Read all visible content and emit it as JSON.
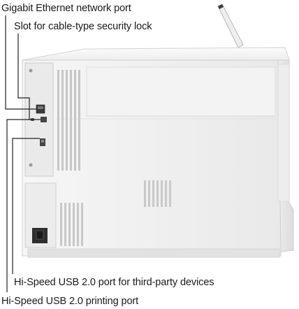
{
  "callouts": {
    "ethernet": "Gigabit Ethernet network port",
    "security_lock": "Slot for cable-type security lock",
    "usb_host": "Hi-Speed USB 2.0 port for third-party devices",
    "usb_printing": "Hi-Speed USB 2.0 printing port"
  },
  "colors": {
    "body_light": "#f2f2f2",
    "body_mid": "#e6e6e6",
    "body_shadow": "#cfcfcf",
    "vent": "#c4c4c4",
    "leader_line": "#222222",
    "port_dark": "#3a3a3a"
  }
}
